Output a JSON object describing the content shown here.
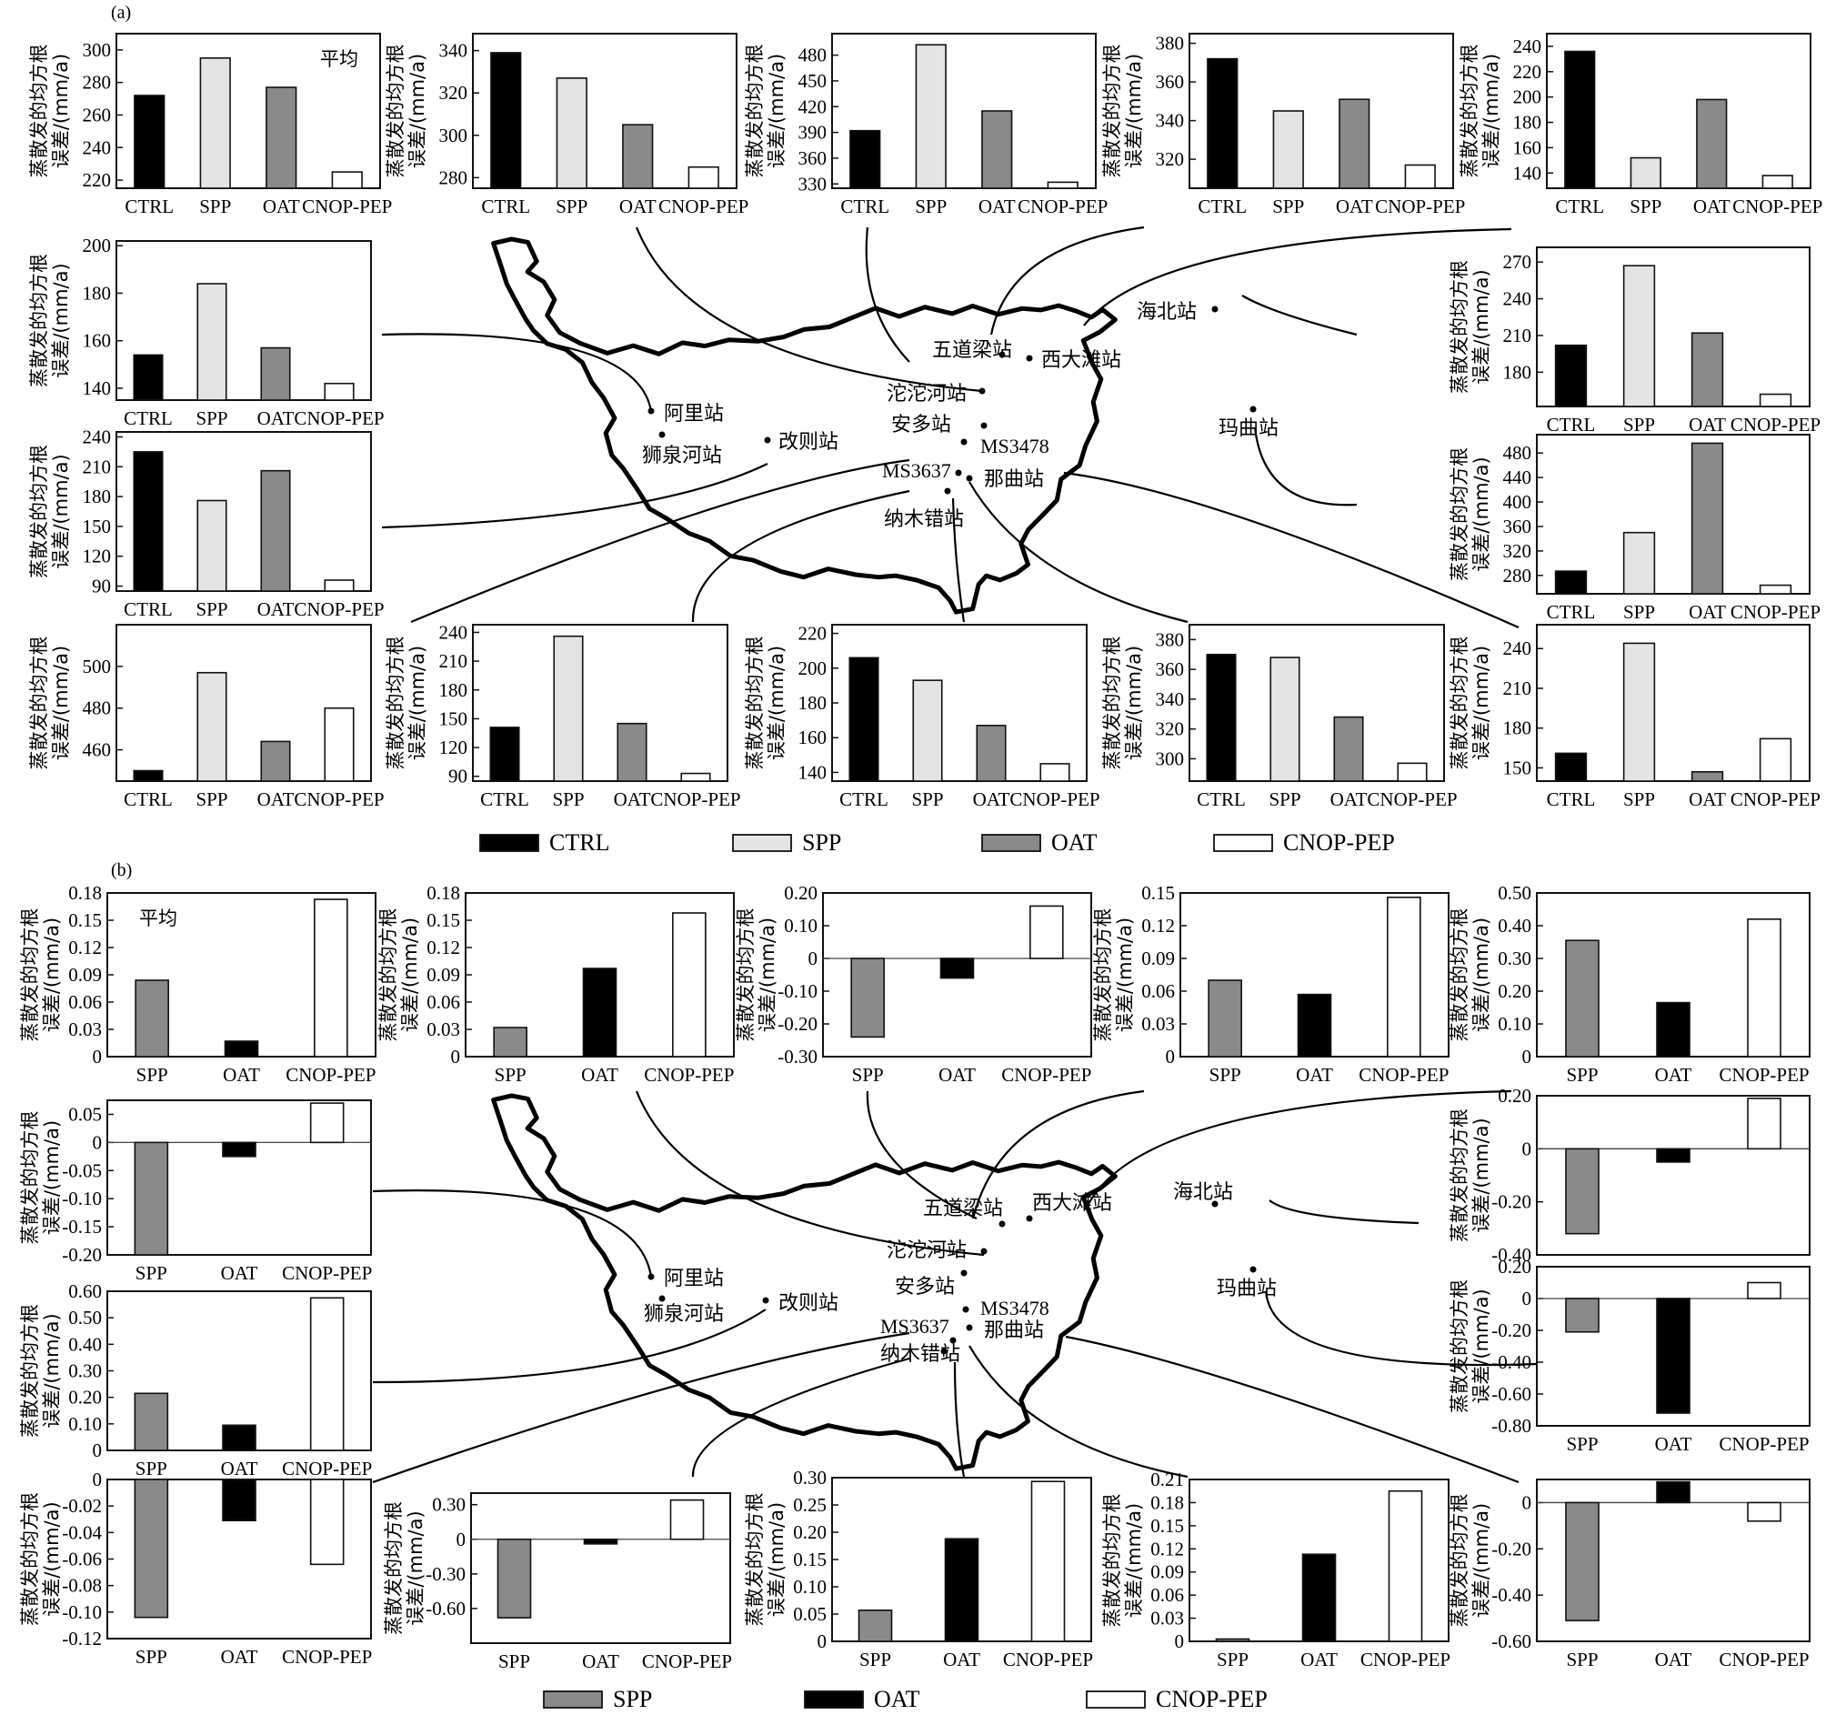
{
  "panel_labels": {
    "a": "(a)",
    "b": "(b)"
  },
  "ylabel": {
    "line1": "蒸散发的均方根",
    "line2": "误差/(mm/a)"
  },
  "average_label": "平均",
  "legend_a": [
    {
      "name": "CTRL",
      "color": "#000000"
    },
    {
      "name": "SPP",
      "color": "#e4e4e4"
    },
    {
      "name": "OAT",
      "color": "#8a8a8a"
    },
    {
      "name": "CNOP-PEP",
      "color": "#ffffff"
    }
  ],
  "legend_b": [
    {
      "name": "SPP",
      "color": "#8a8a8a"
    },
    {
      "name": "OAT",
      "color": "#000000"
    },
    {
      "name": "CNOP-PEP",
      "color": "#ffffff"
    }
  ],
  "stations": [
    "五道梁站",
    "西大滩站",
    "海北站",
    "沱沱河站",
    "安多站",
    "阿里站",
    "狮泉河站",
    "改则站",
    "MS3478",
    "MS3637",
    "那曲站",
    "纳木错站",
    "玛曲站"
  ],
  "chart_data": [
    {
      "panel": "a",
      "type": "bar",
      "title": "平均",
      "categories": [
        "CTRL",
        "SPP",
        "OAT",
        "CNOP-PEP"
      ],
      "values": [
        272,
        295,
        277,
        225
      ],
      "ylim": [
        215,
        310
      ],
      "yticks": [
        220,
        240,
        260,
        280,
        300
      ],
      "ytick_labels": [
        "220",
        "240",
        "260",
        "280",
        "300"
      ]
    },
    {
      "panel": "a",
      "type": "bar",
      "title": "",
      "categories": [
        "CTRL",
        "SPP",
        "OAT",
        "CNOP-PEP"
      ],
      "values": [
        339,
        327,
        305,
        285
      ],
      "ylim": [
        275,
        348
      ],
      "yticks": [
        280,
        300,
        320,
        340
      ],
      "ytick_labels": [
        "280",
        "300",
        "320",
        "340"
      ]
    },
    {
      "panel": "a",
      "type": "bar",
      "title": "",
      "categories": [
        "CTRL",
        "SPP",
        "OAT",
        "CNOP-PEP"
      ],
      "values": [
        392,
        492,
        415,
        332
      ],
      "ylim": [
        325,
        505
      ],
      "yticks": [
        330,
        360,
        390,
        420,
        450,
        480
      ],
      "ytick_labels": [
        "330",
        "360",
        "390",
        "420",
        "450",
        "480"
      ]
    },
    {
      "panel": "a",
      "type": "bar",
      "title": "",
      "categories": [
        "CTRL",
        "SPP",
        "OAT",
        "CNOP-PEP"
      ],
      "values": [
        372,
        345,
        351,
        317
      ],
      "ylim": [
        305,
        385
      ],
      "yticks": [
        320,
        340,
        360,
        380
      ],
      "ytick_labels": [
        "320",
        "340",
        "360",
        "380"
      ]
    },
    {
      "panel": "a",
      "type": "bar",
      "title": "",
      "categories": [
        "CTRL",
        "SPP",
        "OAT",
        "CNOP-PEP"
      ],
      "values": [
        236,
        152,
        198,
        138
      ],
      "ylim": [
        128,
        250
      ],
      "yticks": [
        140,
        160,
        180,
        200,
        220,
        240
      ],
      "ytick_labels": [
        "140",
        "160",
        "180",
        "200",
        "220",
        "240"
      ]
    },
    {
      "panel": "a",
      "type": "bar",
      "title": "",
      "categories": [
        "CTRL",
        "SPP",
        "OAT",
        "CNOP-PEP"
      ],
      "values": [
        154,
        184,
        157,
        142
      ],
      "ylim": [
        135,
        202
      ],
      "yticks": [
        140,
        160,
        180,
        200
      ],
      "ytick_labels": [
        "140",
        "160",
        "180",
        "200"
      ]
    },
    {
      "panel": "a",
      "type": "bar",
      "title": "",
      "categories": [
        "CTRL",
        "SPP",
        "OAT",
        "CNOP-PEP"
      ],
      "values": [
        202,
        267,
        212,
        162
      ],
      "ylim": [
        152,
        282
      ],
      "yticks": [
        180,
        210,
        240,
        270
      ],
      "ytick_labels": [
        "180",
        "210",
        "240",
        "270"
      ]
    },
    {
      "panel": "a",
      "type": "bar",
      "title": "",
      "categories": [
        "CTRL",
        "SPP",
        "OAT",
        "CNOP-PEP"
      ],
      "values": [
        225,
        176,
        206,
        96
      ],
      "ylim": [
        85,
        245
      ],
      "yticks": [
        90,
        120,
        150,
        180,
        210,
        240
      ],
      "ytick_labels": [
        "90",
        "120",
        "150",
        "180",
        "210",
        "240"
      ]
    },
    {
      "panel": "a",
      "type": "bar",
      "title": "",
      "categories": [
        "CTRL",
        "SPP",
        "OAT",
        "CNOP-PEP"
      ],
      "values": [
        287,
        350,
        496,
        264
      ],
      "ylim": [
        250,
        510
      ],
      "yticks": [
        280,
        320,
        360,
        400,
        440,
        480
      ],
      "ytick_labels": [
        "280",
        "320",
        "360",
        "400",
        "440",
        "480"
      ]
    },
    {
      "panel": "a",
      "type": "bar",
      "title": "",
      "categories": [
        "CTRL",
        "SPP",
        "OAT",
        "CNOP-PEP"
      ],
      "values": [
        450,
        497,
        464,
        480
      ],
      "ylim": [
        445,
        520
      ],
      "yticks": [
        460,
        480,
        500
      ],
      "ytick_labels": [
        "460",
        "480",
        "500"
      ]
    },
    {
      "panel": "a",
      "type": "bar",
      "title": "",
      "categories": [
        "CTRL",
        "SPP",
        "OAT",
        "CNOP-PEP"
      ],
      "values": [
        141,
        236,
        145,
        93
      ],
      "ylim": [
        85,
        248
      ],
      "yticks": [
        90,
        120,
        150,
        180,
        210,
        240
      ],
      "ytick_labels": [
        "90",
        "120",
        "150",
        "180",
        "210",
        "240"
      ]
    },
    {
      "panel": "a",
      "type": "bar",
      "title": "",
      "categories": [
        "CTRL",
        "SPP",
        "OAT",
        "CNOP-PEP"
      ],
      "values": [
        206,
        193,
        167,
        145
      ],
      "ylim": [
        135,
        225
      ],
      "yticks": [
        140,
        160,
        180,
        200,
        220
      ],
      "ytick_labels": [
        "140",
        "160",
        "180",
        "200",
        "220"
      ]
    },
    {
      "panel": "a",
      "type": "bar",
      "title": "",
      "categories": [
        "CTRL",
        "SPP",
        "OAT",
        "CNOP-PEP"
      ],
      "values": [
        370,
        368,
        328,
        297
      ],
      "ylim": [
        285,
        390
      ],
      "yticks": [
        300,
        320,
        340,
        360,
        380
      ],
      "ytick_labels": [
        "300",
        "320",
        "340",
        "360",
        "380"
      ]
    },
    {
      "panel": "a",
      "type": "bar",
      "title": "",
      "categories": [
        "CTRL",
        "SPP",
        "OAT",
        "CNOP-PEP"
      ],
      "values": [
        161,
        244,
        147,
        172
      ],
      "ylim": [
        140,
        258
      ],
      "yticks": [
        150,
        180,
        210,
        240
      ],
      "ytick_labels": [
        "150",
        "180",
        "210",
        "240"
      ]
    },
    {
      "panel": "b",
      "type": "bar",
      "title": "平均",
      "categories": [
        "SPP",
        "OAT",
        "CNOP-PEP"
      ],
      "values": [
        0.084,
        0.017,
        0.173
      ],
      "ylim": [
        0,
        0.18
      ],
      "yticks": [
        0,
        0.03,
        0.06,
        0.09,
        0.12,
        0.15,
        0.18
      ],
      "ytick_labels": [
        "0",
        "0.03",
        "0.06",
        "0.09",
        "0.12",
        "0.15",
        "0.18"
      ]
    },
    {
      "panel": "b",
      "type": "bar",
      "title": "",
      "categories": [
        "SPP",
        "OAT",
        "CNOP-PEP"
      ],
      "values": [
        0.032,
        0.097,
        0.158
      ],
      "ylim": [
        0,
        0.18
      ],
      "yticks": [
        0,
        0.03,
        0.06,
        0.09,
        0.12,
        0.15,
        0.18
      ],
      "ytick_labels": [
        "0",
        "0.03",
        "0.06",
        "0.09",
        "0.12",
        "0.15",
        "0.18"
      ]
    },
    {
      "panel": "b",
      "type": "bar",
      "title": "",
      "categories": [
        "SPP",
        "OAT",
        "CNOP-PEP"
      ],
      "values": [
        -0.24,
        -0.06,
        0.16
      ],
      "ylim": [
        -0.3,
        0.2
      ],
      "yticks": [
        -0.3,
        -0.2,
        -0.1,
        0,
        0.1,
        0.2
      ],
      "ytick_labels": [
        "-0.30",
        "-0.20",
        "-0.10",
        "0",
        "0.10",
        "0.20"
      ]
    },
    {
      "panel": "b",
      "type": "bar",
      "title": "",
      "categories": [
        "SPP",
        "OAT",
        "CNOP-PEP"
      ],
      "values": [
        0.07,
        0.057,
        0.146
      ],
      "ylim": [
        0,
        0.15
      ],
      "yticks": [
        0,
        0.03,
        0.06,
        0.09,
        0.12,
        0.15
      ],
      "ytick_labels": [
        "0",
        "0.03",
        "0.06",
        "0.09",
        "0.12",
        "0.15"
      ]
    },
    {
      "panel": "b",
      "type": "bar",
      "title": "",
      "categories": [
        "SPP",
        "OAT",
        "CNOP-PEP"
      ],
      "values": [
        0.355,
        0.165,
        0.42
      ],
      "ylim": [
        0,
        0.5
      ],
      "yticks": [
        0,
        0.1,
        0.2,
        0.3,
        0.4,
        0.5
      ],
      "ytick_labels": [
        "0",
        "0.10",
        "0.20",
        "0.30",
        "0.40",
        "0.50"
      ]
    },
    {
      "panel": "b",
      "type": "bar",
      "title": "",
      "categories": [
        "SPP",
        "OAT",
        "CNOP-PEP"
      ],
      "values": [
        -0.2,
        -0.025,
        0.07
      ],
      "ylim": [
        -0.2,
        0.075
      ],
      "yticks": [
        -0.2,
        -0.15,
        -0.1,
        -0.05,
        0,
        0.05
      ],
      "ytick_labels": [
        "-0.20",
        "-0.15",
        "-0.10",
        "-0.05",
        "0",
        "0.05"
      ]
    },
    {
      "panel": "b",
      "type": "bar",
      "title": "",
      "categories": [
        "SPP",
        "OAT",
        "CNOP-PEP"
      ],
      "values": [
        -0.32,
        -0.05,
        0.19
      ],
      "ylim": [
        -0.4,
        0.2
      ],
      "yticks": [
        -0.4,
        -0.2,
        0,
        0.2
      ],
      "ytick_labels": [
        "-0.40",
        "-0.20",
        "0",
        "0.20"
      ]
    },
    {
      "panel": "b",
      "type": "bar",
      "title": "",
      "categories": [
        "SPP",
        "OAT",
        "CNOP-PEP"
      ],
      "values": [
        0.215,
        0.095,
        0.575
      ],
      "ylim": [
        0,
        0.6
      ],
      "yticks": [
        0,
        0.1,
        0.2,
        0.3,
        0.4,
        0.5,
        0.6
      ],
      "ytick_labels": [
        "0",
        "0.10",
        "0.20",
        "0.30",
        "0.40",
        "0.50",
        "0.60"
      ]
    },
    {
      "panel": "b",
      "type": "bar",
      "title": "",
      "categories": [
        "SPP",
        "OAT",
        "CNOP-PEP"
      ],
      "values": [
        -0.21,
        -0.72,
        0.1
      ],
      "ylim": [
        -0.8,
        0.2
      ],
      "yticks": [
        -0.8,
        -0.6,
        -0.4,
        -0.2,
        0,
        0.2
      ],
      "ytick_labels": [
        "-0.80",
        "-0.60",
        "-0.40",
        "-0.20",
        "0",
        "0.20"
      ]
    },
    {
      "panel": "b",
      "type": "bar",
      "title": "",
      "categories": [
        "SPP",
        "OAT",
        "CNOP-PEP"
      ],
      "values": [
        -0.104,
        -0.031,
        -0.064
      ],
      "ylim": [
        -0.12,
        0
      ],
      "yticks": [
        -0.12,
        -0.1,
        -0.08,
        -0.06,
        -0.04,
        -0.02,
        0
      ],
      "ytick_labels": [
        "-0.12",
        "-0.10",
        "-0.08",
        "-0.06",
        "-0.04",
        "-0.02",
        "0"
      ]
    },
    {
      "panel": "b",
      "type": "bar",
      "title": "",
      "categories": [
        "SPP",
        "OAT",
        "CNOP-PEP"
      ],
      "values": [
        -0.68,
        -0.04,
        0.34
      ],
      "ylim": [
        -0.9,
        0.4
      ],
      "yticks": [
        -0.6,
        -0.3,
        0,
        0.3
      ],
      "ytick_labels": [
        "-0.60",
        "-0.30",
        "0",
        "0.30"
      ]
    },
    {
      "panel": "b",
      "type": "bar",
      "title": "",
      "categories": [
        "SPP",
        "OAT",
        "CNOP-PEP"
      ],
      "values": [
        0.057,
        0.188,
        0.293
      ],
      "ylim": [
        0,
        0.3
      ],
      "yticks": [
        0,
        0.05,
        0.1,
        0.15,
        0.2,
        0.25,
        0.3
      ],
      "ytick_labels": [
        "0",
        "0.05",
        "0.10",
        "0.15",
        "0.20",
        "0.25",
        "0.30"
      ]
    },
    {
      "panel": "b",
      "type": "bar",
      "title": "",
      "categories": [
        "SPP",
        "OAT",
        "CNOP-PEP"
      ],
      "values": [
        0.003,
        0.113,
        0.195
      ],
      "ylim": [
        0,
        0.21
      ],
      "yticks": [
        0,
        0.03,
        0.06,
        0.09,
        0.12,
        0.15,
        0.18,
        0.21
      ],
      "ytick_labels": [
        "0",
        "0.03",
        "0.06",
        "0.09",
        "0.12",
        "0.15",
        "0.18",
        "0.21"
      ]
    },
    {
      "panel": "b",
      "type": "bar",
      "title": "",
      "categories": [
        "SPP",
        "OAT",
        "CNOP-PEP"
      ],
      "values": [
        -0.51,
        0.09,
        -0.08
      ],
      "ylim": [
        -0.6,
        0.1
      ],
      "yticks": [
        -0.6,
        -0.4,
        -0.2,
        0
      ],
      "ytick_labels": [
        "-0.60",
        "-0.40",
        "-0.20",
        "0"
      ]
    }
  ]
}
